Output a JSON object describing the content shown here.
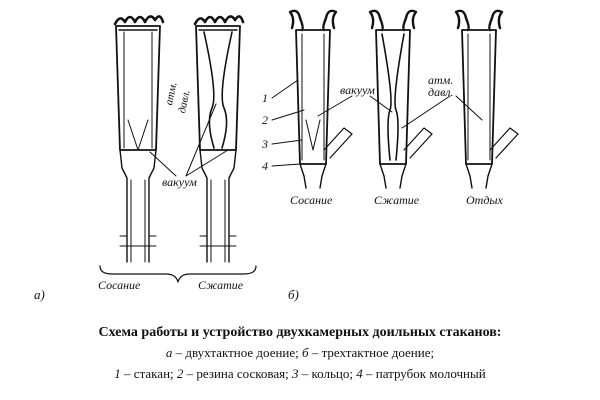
{
  "panel_a": {
    "letter": "а)",
    "label_atm_1": "атм.",
    "label_atm_2": "давл.",
    "label_vacuum": "вакуум",
    "phase_suck": "Сосание",
    "phase_squeeze": "Сжатие"
  },
  "panel_b": {
    "letter": "б)",
    "label_vacuum": "вакуум",
    "label_atm_1": "атм.",
    "label_atm_2": "давл.",
    "phase_suck": "Сосание",
    "phase_squeeze": "Сжатие",
    "phase_rest": "Отдых",
    "part_numbers": [
      "1",
      "2",
      "3",
      "4"
    ]
  },
  "caption": {
    "title": "Схема работы и устройство двухкамерных доильных стаканов:",
    "line2_a": "а",
    "line2_a_text": " – двухтактное доение; ",
    "line2_b": "б",
    "line2_b_text": " – трехтактное доение;",
    "line3_1": "1",
    "line3_1_text": " – стакан; ",
    "line3_2": "2",
    "line3_2_text": " – резина сосковая; ",
    "line3_3": "3",
    "line3_3_text": " – кольцо; ",
    "line3_4": "4",
    "line3_4_text": " – патрубок молочный"
  }
}
